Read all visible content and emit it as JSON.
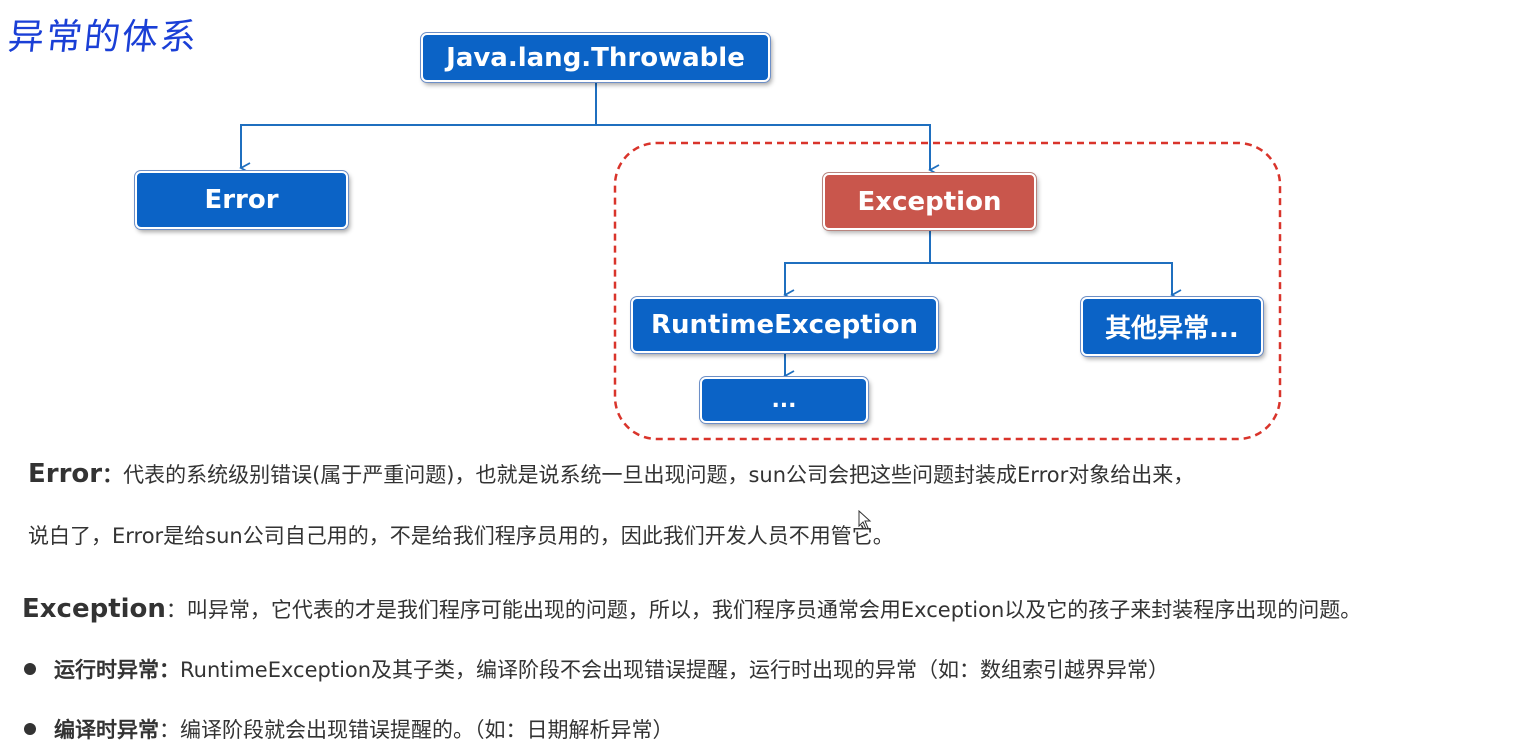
{
  "title": "异常的体系",
  "nodes": {
    "throwable": "Java.lang.Throwable",
    "error": "Error",
    "exception": "Exception",
    "runtime": "RuntimeException",
    "other": "其他异常...",
    "ellipsis": "..."
  },
  "colors": {
    "node_blue": "#0b63c6",
    "node_red": "#c9564c",
    "connector": "#1f6fbf",
    "highlight_border": "#d9342b",
    "title": "#1a3fd6"
  },
  "descriptions": {
    "error_line1": {
      "keyword": "Error",
      "colon": "：",
      "text": "代表的系统级别错误(属于严重问题)，也就是说系统一旦出现问题，sun公司会把这些问题封装成Error对象给出来，"
    },
    "error_line2": "说白了，Error是给sun公司自己用的，不是给我们程序员用的，因此我们开发人员不用管它。",
    "exception_line": {
      "keyword": "Exception",
      "colon": "：",
      "text": "叫异常，它代表的才是我们程序可能出现的问题，所以，我们程序员通常会用Exception以及它的孩子来封装程序出现的问题。"
    },
    "bullets": [
      {
        "keyword": "运行时异常：",
        "text": "RuntimeException及其子类，编译阶段不会出现错误提醒，运行时出现的异常（如：数组索引越界异常）"
      },
      {
        "keyword": "编译时异常",
        "text": "：编译阶段就会出现错误提醒的。（如：日期解析异常）"
      }
    ]
  }
}
